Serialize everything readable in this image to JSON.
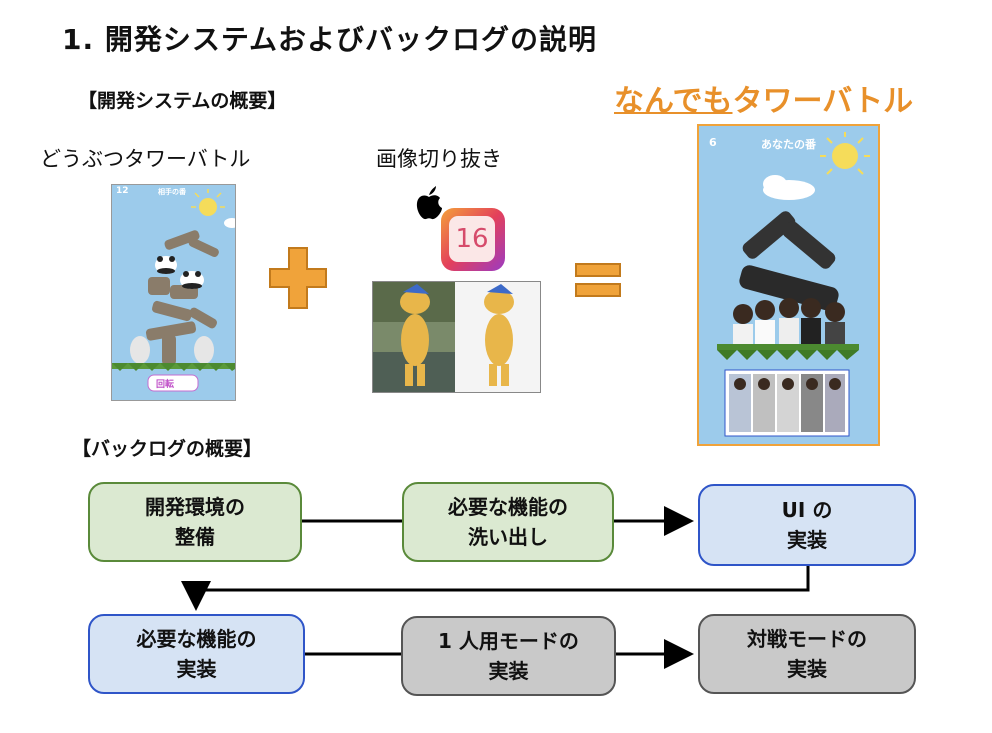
{
  "title": "1. 開発システムおよびバックログの説明",
  "overview": {
    "heading": "【開発システムの概要】",
    "left_caption": "どうぶつタワーバトル",
    "middle_caption": "画像切り抜き",
    "ios_version": "16",
    "left_screen": {
      "turn_number": "12",
      "turn_text": "相手の番",
      "button_text": "回転"
    },
    "result_title_underlined": "なんでも",
    "result_title_rest": "タワーバトル",
    "right_screen": {
      "turn_number": "6",
      "turn_text": "あなたの番"
    }
  },
  "backlog": {
    "heading": "【バックログの概要】",
    "steps": [
      {
        "text": "開発環境の\n整備"
      },
      {
        "text": "必要な機能の\n洗い出し"
      },
      {
        "text": "UI の\n実装"
      },
      {
        "text": "必要な機能の\n実装"
      },
      {
        "text": "1 人用モードの\n実装"
      },
      {
        "text": "対戦モードの\n実装"
      }
    ]
  },
  "colors": {
    "accent": "#e8902a",
    "green_box": "#dbe9d1",
    "blue_box": "#d6e3f4",
    "grey_box": "#c9c9c9",
    "sky": "#9ccbeb"
  }
}
